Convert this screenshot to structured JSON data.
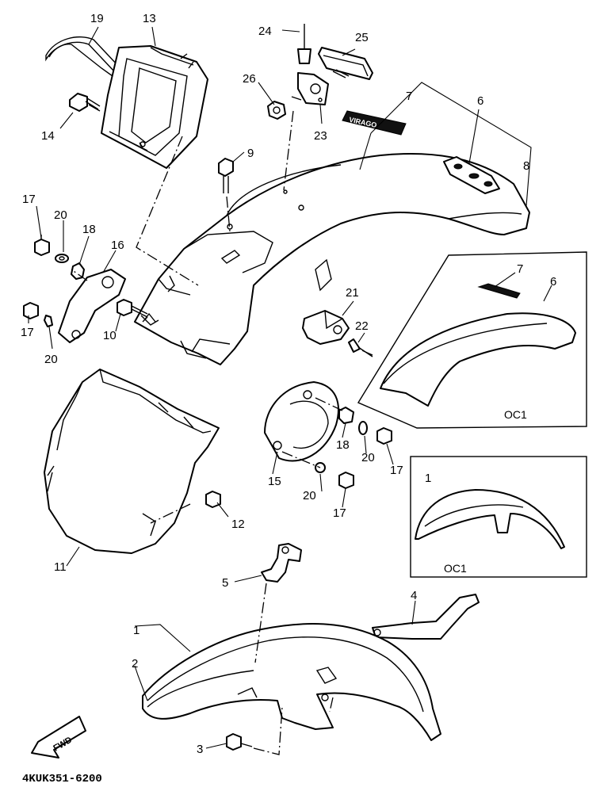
{
  "diagram": {
    "code": "4KUK351-6200",
    "fwd_label": "FWD",
    "option_label": "OC1",
    "decal_text": "VIRAGO",
    "labels": [
      {
        "id": "19",
        "text": "19"
      },
      {
        "id": "13",
        "text": "13"
      },
      {
        "id": "14",
        "text": "14"
      },
      {
        "id": "24",
        "text": "24"
      },
      {
        "id": "25",
        "text": "25"
      },
      {
        "id": "26",
        "text": "26"
      },
      {
        "id": "23",
        "text": "23"
      },
      {
        "id": "7a",
        "text": "7"
      },
      {
        "id": "6a",
        "text": "6"
      },
      {
        "id": "8",
        "text": "8"
      },
      {
        "id": "9",
        "text": "9"
      },
      {
        "id": "17a",
        "text": "17"
      },
      {
        "id": "20a",
        "text": "20"
      },
      {
        "id": "18a",
        "text": "18"
      },
      {
        "id": "16",
        "text": "16"
      },
      {
        "id": "17b",
        "text": "17"
      },
      {
        "id": "20b",
        "text": "20"
      },
      {
        "id": "10",
        "text": "10"
      },
      {
        "id": "21",
        "text": "21"
      },
      {
        "id": "22",
        "text": "22"
      },
      {
        "id": "7b",
        "text": "7"
      },
      {
        "id": "6b",
        "text": "6"
      },
      {
        "id": "18b",
        "text": "18"
      },
      {
        "id": "20c",
        "text": "20"
      },
      {
        "id": "17c",
        "text": "17"
      },
      {
        "id": "15",
        "text": "15"
      },
      {
        "id": "20d",
        "text": "20"
      },
      {
        "id": "17d",
        "text": "17"
      },
      {
        "id": "12",
        "text": "12"
      },
      {
        "id": "11",
        "text": "11"
      },
      {
        "id": "1a",
        "text": "1"
      },
      {
        "id": "5",
        "text": "5"
      },
      {
        "id": "4",
        "text": "4"
      },
      {
        "id": "1b",
        "text": "1"
      },
      {
        "id": "2",
        "text": "2"
      },
      {
        "id": "3",
        "text": "3"
      }
    ]
  }
}
